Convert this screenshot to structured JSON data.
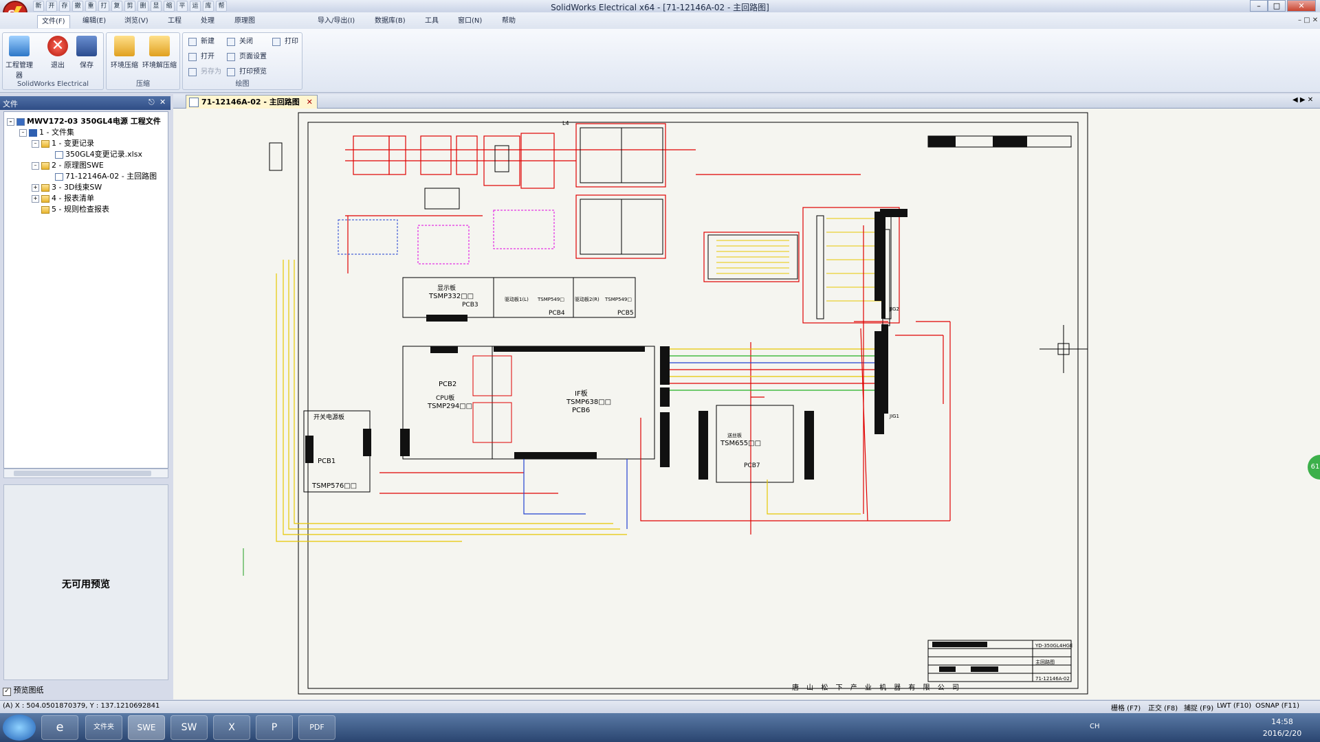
{
  "window": {
    "title": "SolidWorks Electrical x64 - [71-12146A-02 - 主回路图]"
  },
  "quick_access": [
    "新",
    "开",
    "存",
    "撤",
    "重",
    "打",
    "复",
    "剪",
    "删",
    "显",
    "缩",
    "平",
    "运",
    "库",
    "帮"
  ],
  "menu": {
    "items": [
      "文件(F)",
      "编辑(E)",
      "浏览(V)",
      "工程",
      "处理",
      "原理图",
      "导入/导出(I)",
      "数据库(B)",
      "工具",
      "窗口(N)",
      "帮助"
    ],
    "active": "文件(F)"
  },
  "ribbon": {
    "group1": {
      "label": "SolidWorks Electrical",
      "buttons": [
        "工程管理器",
        "退出",
        "保存"
      ]
    },
    "group2": {
      "label": "压缩",
      "buttons": [
        "环境压缩",
        "环境解压缩"
      ]
    },
    "group3": {
      "label": "绘图",
      "buttons": [
        "新建",
        "关闭",
        "打印",
        "打开",
        "页面设置",
        "另存为",
        "打印预览"
      ]
    }
  },
  "left_panel": {
    "title": "文件",
    "tree": [
      {
        "label": "MWV172-03  350GL4电源 工程文件",
        "level": 0,
        "type": "project"
      },
      {
        "label": "1 - 文件集",
        "level": 1,
        "type": "book"
      },
      {
        "label": "1 - 变更记录",
        "level": 2,
        "type": "folder"
      },
      {
        "label": "350GL4变更记录.xlsx",
        "level": 3,
        "type": "doc"
      },
      {
        "label": "2 - 原理图SWE",
        "level": 2,
        "type": "folder"
      },
      {
        "label": "71-12146A-02 - 主回路图",
        "level": 3,
        "type": "doc"
      },
      {
        "label": "3 - 3D线束SW",
        "level": 2,
        "type": "folder"
      },
      {
        "label": "4 - 报表清单",
        "level": 2,
        "type": "folder"
      },
      {
        "label": "5 - 规则检查报表",
        "level": 2,
        "type": "folder"
      }
    ],
    "preview_text": "无可用预览",
    "preview_checkbox": "预览图纸"
  },
  "doc_tab": {
    "label": "71-12146A-02 - 主回路图"
  },
  "drawing": {
    "boards": [
      {
        "name": "显示板",
        "code": "TSMP332□□",
        "pcb": "PCB3"
      },
      {
        "name": "驱动板1(L)",
        "code": "TSMP549□",
        "pcb": "PCB4"
      },
      {
        "name": "驱动板2(R)",
        "code": "TSMP549□",
        "pcb": "PCB5"
      },
      {
        "name": "CPU板",
        "code": "TSMP294□□",
        "pcb": "PCB2"
      },
      {
        "name": "IF板",
        "code": "TSMP638□□",
        "pcb": "PCB6"
      },
      {
        "name": "开关电源板",
        "code": "TSMP576□□",
        "pcb": "PCB1"
      },
      {
        "name": "送丝板",
        "code": "TSM655□□",
        "pcb": "PCB7"
      }
    ],
    "labels": {
      "l4": "L4",
      "jig1": "JIG1",
      "jig2": "JIG2"
    },
    "title_block": {
      "drawing_no": "YD-350GL4HGE",
      "drawing_name": "主回路图",
      "doc_no": "71-12146A-02",
      "company": "唐 山 松 下 产 业 机 器 有 限 公 司"
    }
  },
  "status_bar": {
    "coords": "(A) X : 504.0501870379, Y : 137.1210692841",
    "buttons": [
      "栅格 (F7)",
      "正交 (F8)",
      "捕捉 (F9)",
      "LWT (F10)",
      "OSNAP (F11)"
    ]
  },
  "taskbar": {
    "apps": [
      "e",
      "文件夹",
      "SWE",
      "SW",
      "X",
      "P",
      "PDF"
    ],
    "tray": "CH",
    "time": "14:58",
    "date": "2016/2/20"
  },
  "colors": {
    "accent": "#2f4d86",
    "wire_red": "#e00000",
    "wire_yellow": "#f0e000",
    "wire_blue": "#2040d0",
    "wire_green": "#20b020",
    "canvas_bg": "#f5f5f0"
  }
}
